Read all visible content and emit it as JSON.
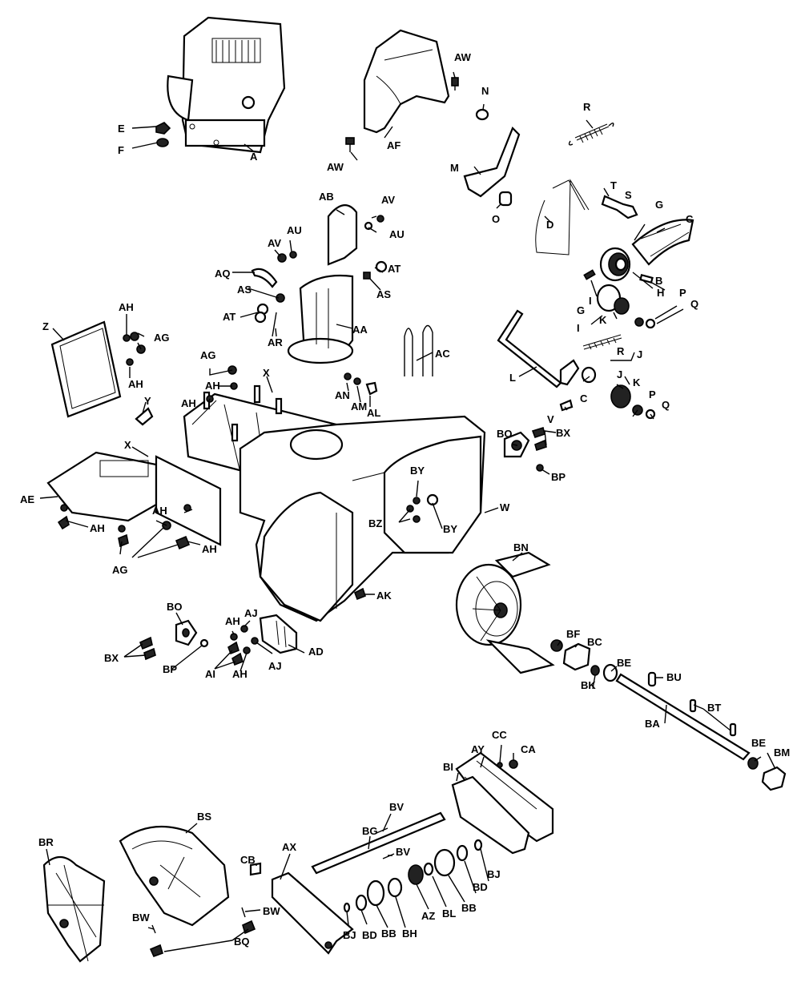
{
  "labels": {
    "A": "A",
    "E": "E",
    "F": "F",
    "AF": "AF",
    "AW": "AW",
    "N": "N",
    "R": "R",
    "M": "M",
    "O": "O",
    "D": "D",
    "T": "T",
    "S": "S",
    "G": "G",
    "C": "C",
    "B": "B",
    "H": "H",
    "P": "P",
    "Q": "Q",
    "I": "I",
    "J": "J",
    "K": "K",
    "L": "L",
    "V": "V",
    "AB": "AB",
    "AV": "AV",
    "AU": "AU",
    "AT": "AT",
    "AS": "AS",
    "AQ": "AQ",
    "AR": "AR",
    "AA": "AA",
    "AC": "AC",
    "AN": "AN",
    "AM": "AM",
    "AL": "AL",
    "Z": "Z",
    "AH": "AH",
    "AG": "AG",
    "Y": "Y",
    "X": "X",
    "AE": "AE",
    "BO": "BO",
    "BX": "BX",
    "BP": "BP",
    "BY": "BY",
    "BZ": "BZ",
    "W": "W",
    "BN": "BN",
    "AK": "AK",
    "AJ": "AJ",
    "AD": "AD",
    "AI": "AI",
    "BF": "BF",
    "BC": "BC",
    "BK": "BK",
    "BE": "BE",
    "BU": "BU",
    "BT": "BT",
    "BA": "BA",
    "BM": "BM",
    "CC": "CC",
    "CA": "CA",
    "AY": "AY",
    "BI": "BI",
    "BV": "BV",
    "BG": "BG",
    "BS": "BS",
    "BR": "BR",
    "CB": "CB",
    "AX": "AX",
    "BW": "BW",
    "BQ": "BQ",
    "BD": "BD",
    "BB": "BB",
    "BH": "BH",
    "AZ": "AZ",
    "BL": "BL",
    "BJ": "BJ"
  }
}
